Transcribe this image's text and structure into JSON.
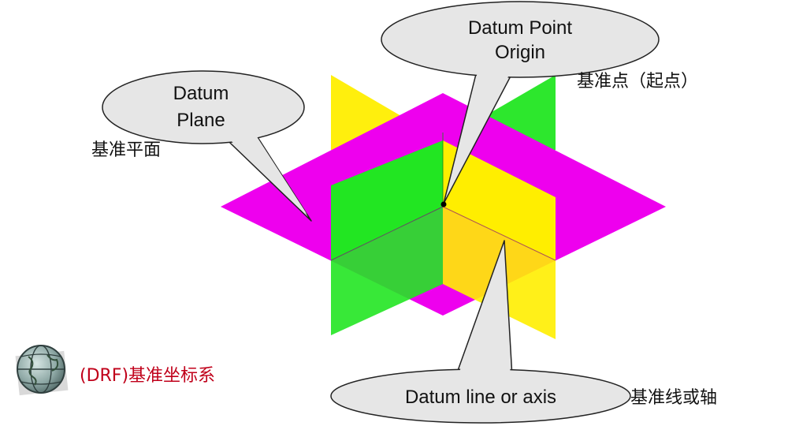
{
  "callouts": {
    "point_line1": "Datum Point",
    "point_line2": "Origin",
    "plane_line1": "Datum",
    "plane_line2": "Plane",
    "axis": "Datum line or axis"
  },
  "chinese_labels": {
    "point": "基准点（起点）",
    "plane": "基准平面",
    "axis": "基准线或轴"
  },
  "drf_caption": "(DRF)基准坐标系",
  "icon": "globe-icon",
  "colors": {
    "horizontal_plane": "#ee00ee",
    "plane_yellow": "#ffee00",
    "plane_green": "#22e622",
    "callout_fill": "#e6e6e6",
    "drf_text": "#c0001a"
  }
}
